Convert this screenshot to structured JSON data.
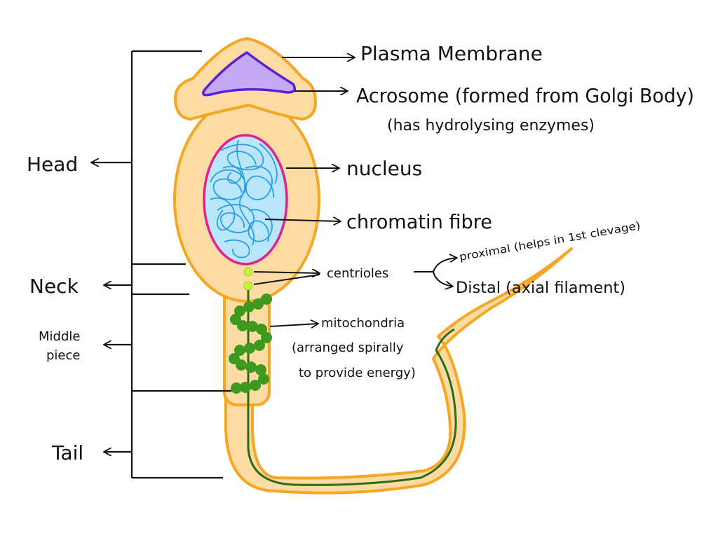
{
  "labels": {
    "plasma_membrane": "Plasma Membrane",
    "acrosome": "Acrosome (formed from Golgi Body)",
    "acrosome_note": "(has hydrolysing enzymes)",
    "nucleus": "nucleus",
    "chromatin": "chromatin fibre",
    "centrioles": "centrioles",
    "proximal": "proximal (helps in 1st clevage)",
    "distal": "Distal (axial filament)",
    "mitochondria": "mitochondria",
    "mito_note_1": "(arranged spirally",
    "mito_note_2": "to provide energy)"
  },
  "regions": {
    "head": "Head",
    "neck": "Neck",
    "middle_1": "Middle",
    "middle_2": "piece",
    "tail": "Tail"
  },
  "colors": {
    "cell_fill": "#fddca3",
    "cell_outline": "#f5a623",
    "acrosome_fill": "#c4a9f7",
    "acrosome_outline": "#5b1fd6",
    "nucleus_fill": "#b9e6fb",
    "nuclear_membrane": "#e0208f",
    "chromatin": "#2a9fe8",
    "centriole": "#c6f23a",
    "mitochondria": "#3d9a1f",
    "axial_filament": "#2e6b17",
    "ink": "#111111"
  }
}
